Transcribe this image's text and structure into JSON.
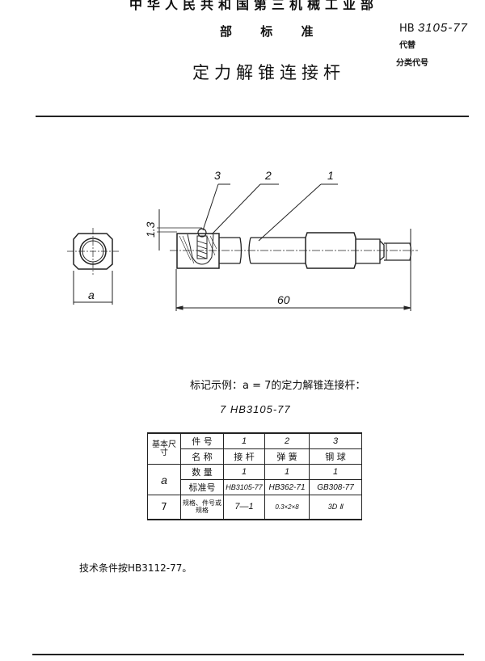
{
  "header": {
    "ministry": "中华人民共和国第三机械工业部",
    "standard_type": "部 标 准",
    "title": "定力解锥连接杆",
    "code_prefix": "HB",
    "code_number": "3105-77",
    "replaces_label": "代替",
    "classification_label": "分类代号"
  },
  "drawing": {
    "part_labels": [
      "3",
      "2",
      "1"
    ],
    "dim_a": "a",
    "dim_height": "1.3",
    "dim_length": "60"
  },
  "marking_example": {
    "label": "标记示例：a = 7的定力解锥连接杆：",
    "designation": "7  HB3105-77"
  },
  "table": {
    "basic_size_header": "基本尺寸",
    "row_labels": [
      "件  号",
      "名  称",
      "数  量",
      "标准号",
      "规格、件号或规格"
    ],
    "size_symbol": "a",
    "columns": [
      {
        "part_no": "1",
        "name": "接 杆",
        "qty": "1",
        "standard": "HB3105-77",
        "spec": "7—1"
      },
      {
        "part_no": "2",
        "name": "弹 簧",
        "qty": "1",
        "standard": "HB362-71",
        "spec": "0.3×2×8"
      },
      {
        "part_no": "3",
        "name": "钢 球",
        "qty": "1",
        "standard": "GB308-77",
        "spec": "3D Ⅱ"
      }
    ],
    "size_value": "7"
  },
  "note": "技术条件按HB3112-77。"
}
